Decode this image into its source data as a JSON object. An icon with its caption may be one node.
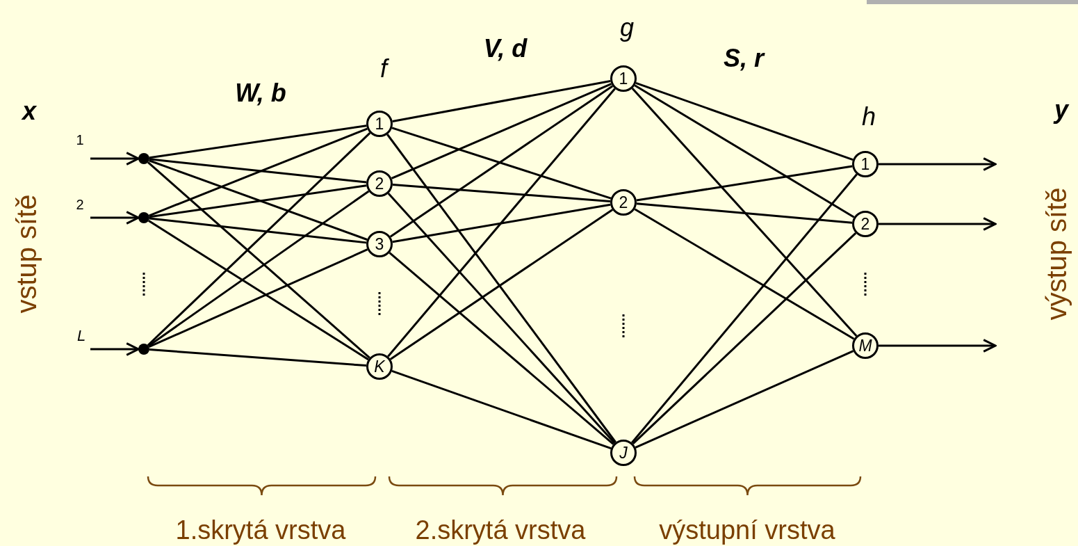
{
  "diagram": {
    "nodes": [
      {
        "text": [],
        "shape": "circle"
      },
      {
        "text": [],
        "shape": "circle"
      },
      {
        "text": [],
        "shape": "circle"
      },
      {
        "text": [
          "1"
        ]
      },
      {
        "text": [
          "2"
        ]
      },
      {
        "text": [
          "3"
        ]
      },
      {
        "text": [
          "K"
        ]
      },
      {
        "text": [
          "1"
        ]
      },
      {
        "text": [
          "2"
        ]
      },
      {
        "text": [
          "J"
        ]
      },
      {
        "text": [
          "1"
        ]
      },
      {
        "text": [
          "2"
        ]
      },
      {
        "text": [
          "M"
        ]
      }
    ],
    "edges": [
      {
        "from": null,
        "to": 0,
        "arrow": "to"
      },
      {
        "from": null,
        "to": 1,
        "arrow": "to"
      },
      {
        "from": null,
        "to": 2,
        "arrow": "to"
      },
      {
        "from": 0,
        "to": 3,
        "arrow": "none"
      },
      {
        "from": 0,
        "to": 4,
        "arrow": "none"
      },
      {
        "from": 0,
        "to": 5,
        "arrow": "none"
      },
      {
        "from": 0,
        "to": 6,
        "arrow": "none"
      },
      {
        "from": 1,
        "to": 3,
        "arrow": "none"
      },
      {
        "from": 1,
        "to": 4,
        "arrow": "none"
      },
      {
        "from": 1,
        "to": 5,
        "arrow": "none"
      },
      {
        "from": 1,
        "to": 6,
        "arrow": "none"
      },
      {
        "from": 2,
        "to": 3,
        "arrow": "none"
      },
      {
        "from": 2,
        "to": 4,
        "arrow": "none"
      },
      {
        "from": 2,
        "to": 5,
        "arrow": "none"
      },
      {
        "from": 2,
        "to": 6,
        "arrow": "none"
      },
      {
        "from": 3,
        "to": 7,
        "arrow": "none"
      },
      {
        "from": 3,
        "to": 8,
        "arrow": "none"
      },
      {
        "from": 3,
        "to": 9,
        "arrow": "none"
      },
      {
        "from": 4,
        "to": 7,
        "arrow": "none"
      },
      {
        "from": 4,
        "to": 8,
        "arrow": "none"
      },
      {
        "from": 4,
        "to": 9,
        "arrow": "none"
      },
      {
        "from": 5,
        "to": 7,
        "arrow": "none"
      },
      {
        "from": 5,
        "to": 8,
        "arrow": "none"
      },
      {
        "from": 5,
        "to": 9,
        "arrow": "none"
      },
      {
        "from": 6,
        "to": 7,
        "arrow": "none"
      },
      {
        "from": 6,
        "to": 8,
        "arrow": "none"
      },
      {
        "from": 6,
        "to": 9,
        "arrow": "none"
      },
      {
        "from": 7,
        "to": 10,
        "arrow": "none"
      },
      {
        "from": 7,
        "to": 11,
        "arrow": "none"
      },
      {
        "from": 7,
        "to": 12,
        "arrow": "none"
      },
      {
        "from": 8,
        "to": 10,
        "arrow": "none"
      },
      {
        "from": 8,
        "to": 11,
        "arrow": "none"
      },
      {
        "from": 8,
        "to": 12,
        "arrow": "none"
      },
      {
        "from": 9,
        "to": 10,
        "arrow": "none"
      },
      {
        "from": 9,
        "to": 11,
        "arrow": "none"
      },
      {
        "from": 9,
        "to": 12,
        "arrow": "none"
      },
      {
        "from": 10,
        "to": null,
        "arrow": "to"
      },
      {
        "from": 11,
        "to": null,
        "arrow": "to"
      },
      {
        "from": 12,
        "to": null,
        "arrow": "to"
      }
    ],
    "labels": [
      "g",
      "f",
      "V, d",
      "S, r",
      "W, b",
      "x",
      "h",
      "y",
      "1",
      "2",
      "vstup sítě",
      "výstup sítě",
      "L",
      "1.skrytá vrstva",
      "2.skrytá vrstva",
      "výstupní vrstva"
    ]
  }
}
